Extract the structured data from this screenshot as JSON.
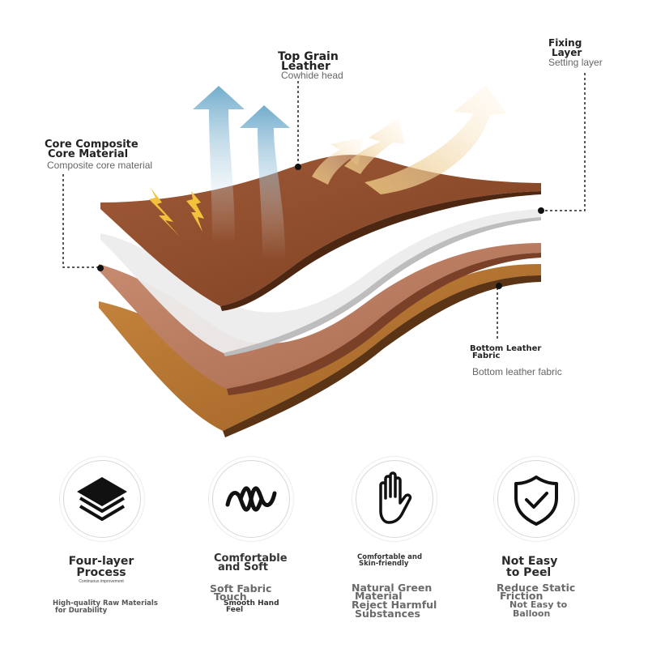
{
  "callouts": {
    "top_grain": {
      "title_line1": "Top Grain",
      "title_line2": "Leather",
      "subtitle": "Cowhide head"
    },
    "fixing": {
      "title_line1": "Fixing",
      "title_line2": "Layer",
      "subtitle": "Setting layer"
    },
    "core": {
      "title_line1": "Core Composite",
      "title_line2": "Core Material",
      "subtitle": "Composite core material"
    },
    "bottom": {
      "title_line1": "Bottom Leather",
      "title_line2": "Fabric",
      "subtitle": "Bottom leather fabric"
    }
  },
  "features": [
    {
      "icon": "layers-icon",
      "title_line1": "Four-layer",
      "title_line2": "Process",
      "tiny": "Continuous improvement",
      "note_line1": "High-quality Raw Materials",
      "note_line2": "for Durability"
    },
    {
      "icon": "wave-icon",
      "title_line1": "Comfortable",
      "title_line2": "and Soft",
      "sub_line1": "Soft Fabric",
      "sub_line2": "Touch",
      "note_line1": "Smooth Hand",
      "note_line2": "Feel"
    },
    {
      "icon": "hand-icon",
      "title_line1": "Comfortable and",
      "title_line2": "Skin-friendly",
      "sub_line1": "Natural Green",
      "sub_line2": "Material",
      "sub_line3": "Reject Harmful",
      "sub_line4": "Substances"
    },
    {
      "icon": "shield-check-icon",
      "title_line1": "Not Easy",
      "title_line2": "to Peel",
      "sub_line1": "Reduce Static",
      "sub_line2": "Friction",
      "sub_line3": "Not Easy to",
      "sub_line4": "Balloon"
    }
  ],
  "colors": {
    "leather_top": "#8a4a2a",
    "leather_mid": "#b97a60",
    "leather_bottom": "#b0702e",
    "fixing_layer": "#eeeeee",
    "arrow_blue": "#6aa8c8",
    "arrow_tan": "#e8c888",
    "lightning": "#f0c040"
  }
}
